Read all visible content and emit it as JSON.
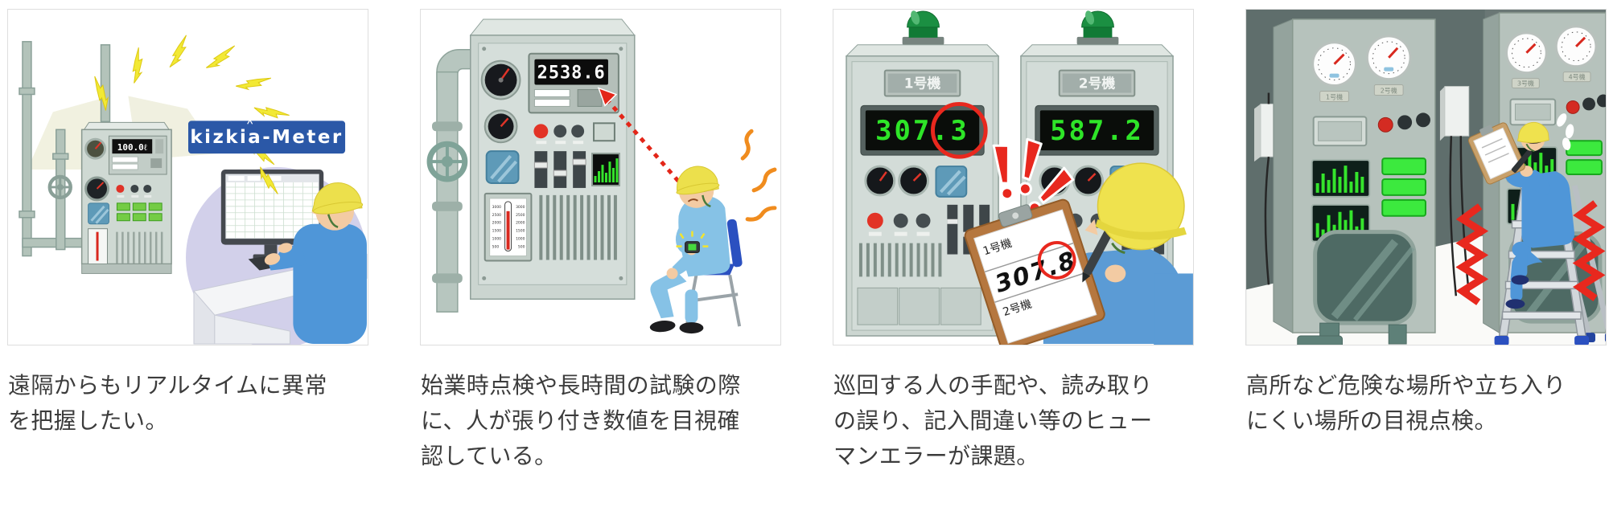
{
  "section": {
    "background": "#ffffff",
    "card_border": "#dedede",
    "caption_color": "#3c3c3c",
    "accent_red": "#e8281e",
    "accent_green": "#2ee528",
    "brand_blue": "#2b58a7"
  },
  "cards": [
    {
      "name": "remote-monitoring",
      "caption": "遠隔からもリアルタイムに異常を把握したい。",
      "art": {
        "badge": "kizkia-Meter",
        "counter": "100.0ℓ"
      }
    },
    {
      "name": "onsite-watching",
      "caption": "始業時点検や長時間の試験の際に、人が張り付き数値を目視確認している。",
      "art": {
        "display": "2538.6",
        "scale": [
          "3000",
          "2500",
          "2000",
          "1500",
          "1000",
          "500"
        ]
      }
    },
    {
      "name": "human-error",
      "caption": "巡回する人の手配や、読み取りの誤り、記入間違い等のヒューマンエラーが課題。",
      "art": {
        "unit1": "1号機",
        "unit2": "2号機",
        "value1": "307.3",
        "value2": "587.2",
        "note_row1": "1号機",
        "note_value": "307.8",
        "note_row2": "2号機"
      }
    },
    {
      "name": "high-place",
      "caption": "高所など危険な場所や立ち入りにくい場所の目視点検。",
      "art": {
        "labels": [
          "1号機",
          "2号機",
          "3号機",
          "4号機"
        ]
      }
    }
  ]
}
